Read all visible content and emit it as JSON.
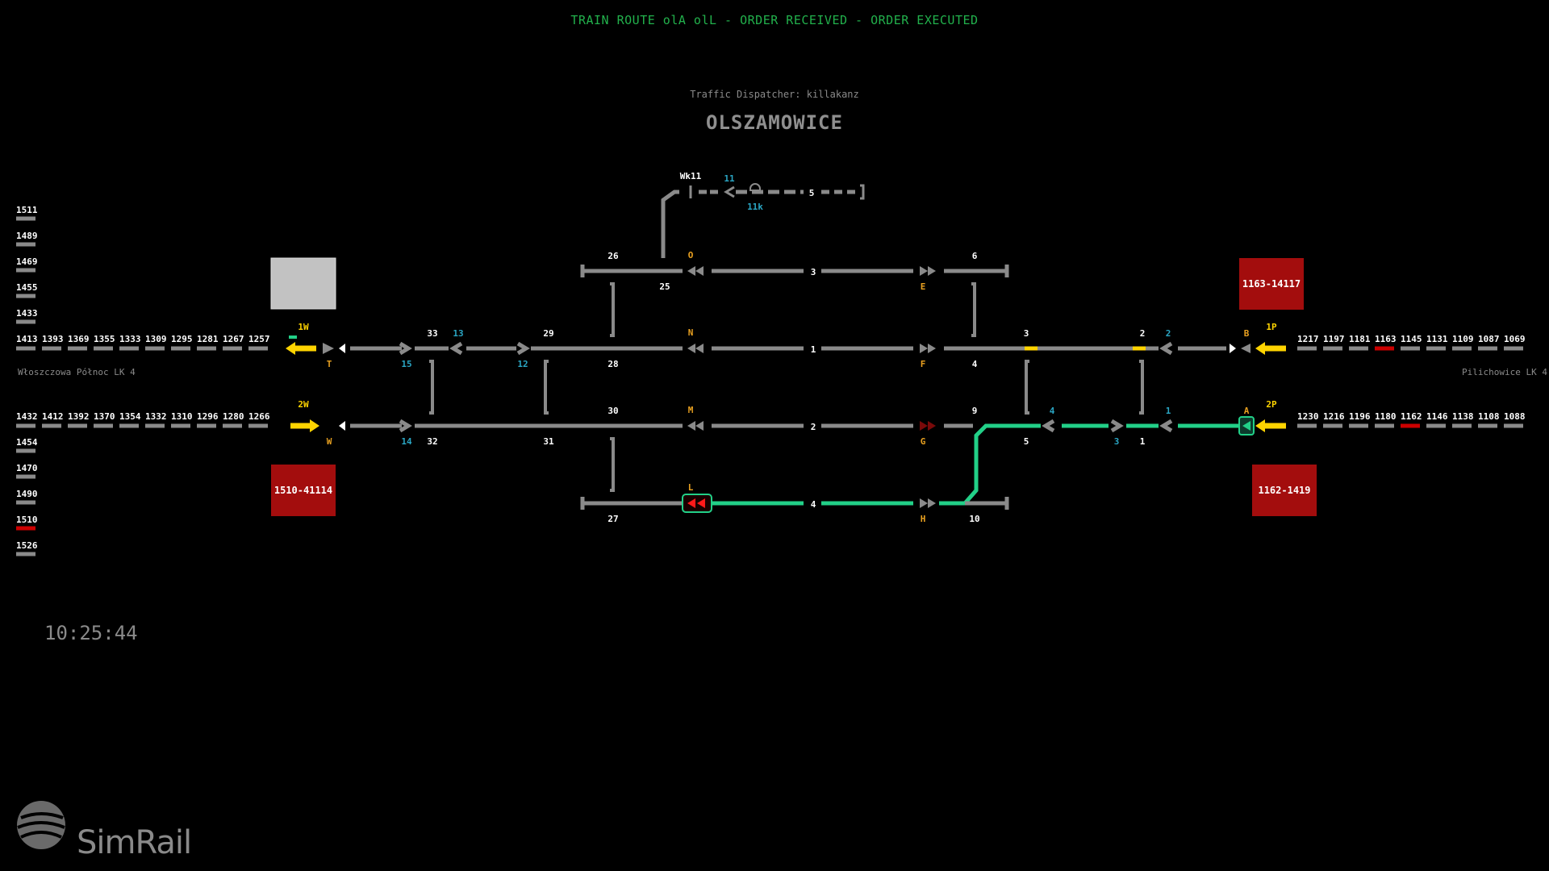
{
  "header": {
    "status": "TRAIN ROUTE olA olL - ORDER RECEIVED - ORDER EXECUTED",
    "dispatcher": "Traffic Dispatcher: killakanz",
    "station": "OLSZAMOWICE"
  },
  "clock": "10:25:44",
  "brand": "SimRail",
  "colors": {
    "occupied": "#22d088",
    "track": "#8a8a8a",
    "alert": "#cc0000",
    "signal": "#ffd400",
    "accent": "#2aa6c4"
  },
  "directions": {
    "left": "Włoszczowa Północ LK 4",
    "right": "Pilichowice LK 4"
  },
  "blocks_left_top": [
    "1413",
    "1393",
    "1369",
    "1355",
    "1333",
    "1309",
    "1295",
    "1281",
    "1267",
    "1257"
  ],
  "blocks_left_bottom": [
    "1432",
    "1412",
    "1392",
    "1370",
    "1354",
    "1332",
    "1310",
    "1296",
    "1280",
    "1266"
  ],
  "blocks_right_top": [
    "1217",
    "1197",
    "1181",
    "1163",
    "1145",
    "1131",
    "1109",
    "1087",
    "1069"
  ],
  "blocks_right_bottom": [
    "1230",
    "1216",
    "1196",
    "1180",
    "1162",
    "1146",
    "1138",
    "1108",
    "1088"
  ],
  "blocks_left_stack_top": [
    "1511",
    "1489",
    "1469",
    "1455",
    "1433"
  ],
  "blocks_left_stack_bottom": [
    "1454",
    "1470",
    "1490",
    "1510",
    "1526"
  ],
  "panels": {
    "alert_left": "1510-41114",
    "alert_right_top": "1163-14117",
    "alert_right_bottom": "1162-1419"
  },
  "signals": {
    "1W": "1W",
    "2W": "2W",
    "T": "T",
    "W": "W",
    "O": "O",
    "N": "N",
    "M": "M",
    "L": "L",
    "E": "E",
    "F": "F",
    "G": "G",
    "H": "H",
    "B": "B",
    "A": "A",
    "1P": "1P",
    "2P": "2P",
    "Wk11": "Wk11"
  },
  "switches": {
    "s33": "33",
    "s13": "13",
    "s29": "29",
    "s15": "15",
    "s12": "12",
    "s28": "28",
    "s26": "26",
    "s25": "25",
    "s30": "30",
    "s14": "14",
    "s32": "32",
    "s31": "31",
    "s27": "27",
    "s6": "6",
    "s3": "3",
    "s2": "2",
    "s2c": "2",
    "s4": "4",
    "s9": "9",
    "s4c": "4",
    "s1c": "1",
    "s5": "5",
    "s3c": "3",
    "s1": "1",
    "s10": "10",
    "s11": "11",
    "s11k": "11k"
  },
  "tracks": {
    "t1": "1",
    "t2": "2",
    "t3": "3",
    "t4": "4",
    "t5": "5"
  }
}
